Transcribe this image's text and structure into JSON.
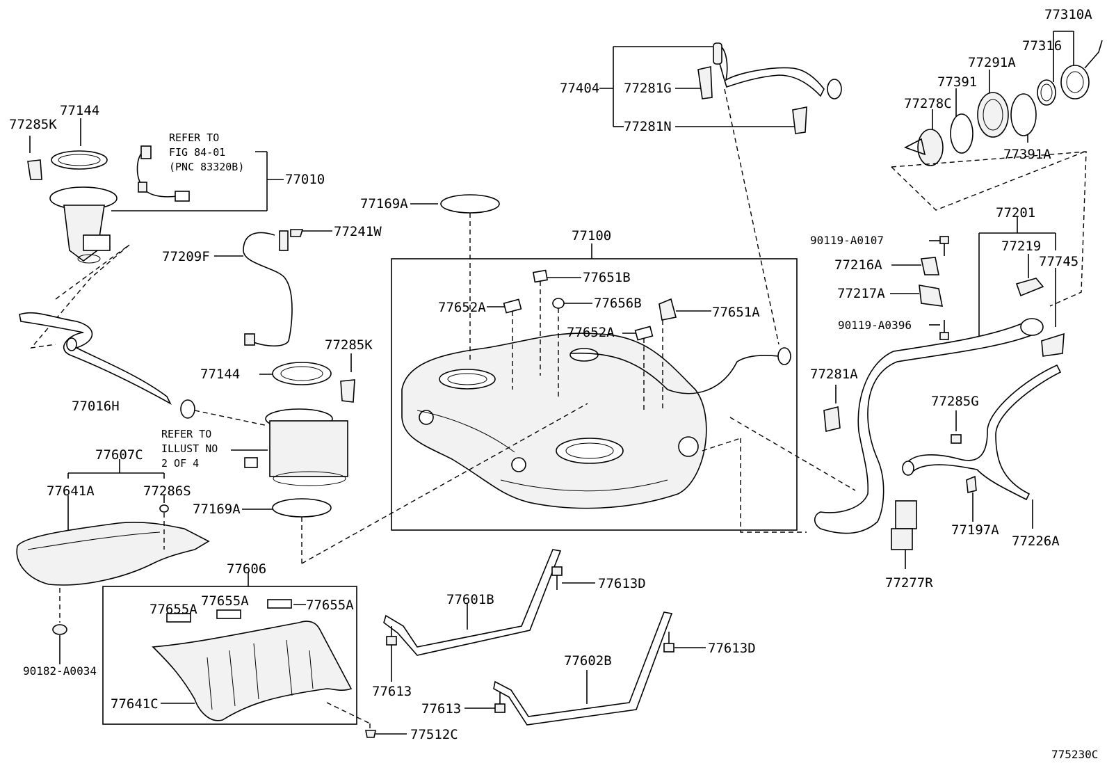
{
  "diagram": {
    "figure_id": "775230C",
    "refer_notes": {
      "fig": [
        "REFER TO",
        "FIG 84-01",
        "(PNC 83320B)"
      ],
      "illust": [
        "REFER TO",
        "ILLUST NO",
        "2 OF 4"
      ]
    },
    "labels": {
      "p77310A": "77310A",
      "p77316": "77316",
      "p77291A": "77291A",
      "p77391": "77391",
      "p77278C": "77278C",
      "p77391A": "77391A",
      "p77404": "77404",
      "p77281G": "77281G",
      "p77281N": "77281N",
      "p77144_top": "77144",
      "p77285K_top": "77285K",
      "p77010": "77010",
      "p77169A_top": "77169A",
      "p77241W": "77241W",
      "p77209F": "77209F",
      "p77100": "77100",
      "p77651B": "77651B",
      "p77652A_1": "77652A",
      "p77656B": "77656B",
      "p77651A": "77651A",
      "p77652A_2": "77652A",
      "p77016H": "77016H",
      "p77285K_mid": "77285K",
      "p77144_mid": "77144",
      "p77607C": "77607C",
      "p77641A": "77641A",
      "p77286S": "77286S",
      "p77169A_mid": "77169A",
      "p77606": "77606",
      "p77655A_1": "77655A",
      "p77655A_2": "77655A",
      "p77655A_3": "77655A",
      "p77641C": "77641C",
      "p90182_A0034": "90182-A0034",
      "p77512C": "77512C",
      "p77601B": "77601B",
      "p77613D_1": "77613D",
      "p77613_1": "77613",
      "p77602B": "77602B",
      "p77613D_2": "77613D",
      "p77613_2": "77613",
      "p77201": "77201",
      "p90119_A0107": "90119-A0107",
      "p77216A": "77216A",
      "p77219": "77219",
      "p77745": "77745",
      "p77217A": "77217A",
      "p90119_A0396": "90119-A0396",
      "p77281A": "77281A",
      "p77285G": "77285G",
      "p77197A": "77197A",
      "p77226A": "77226A",
      "p77277R": "77277R"
    }
  }
}
